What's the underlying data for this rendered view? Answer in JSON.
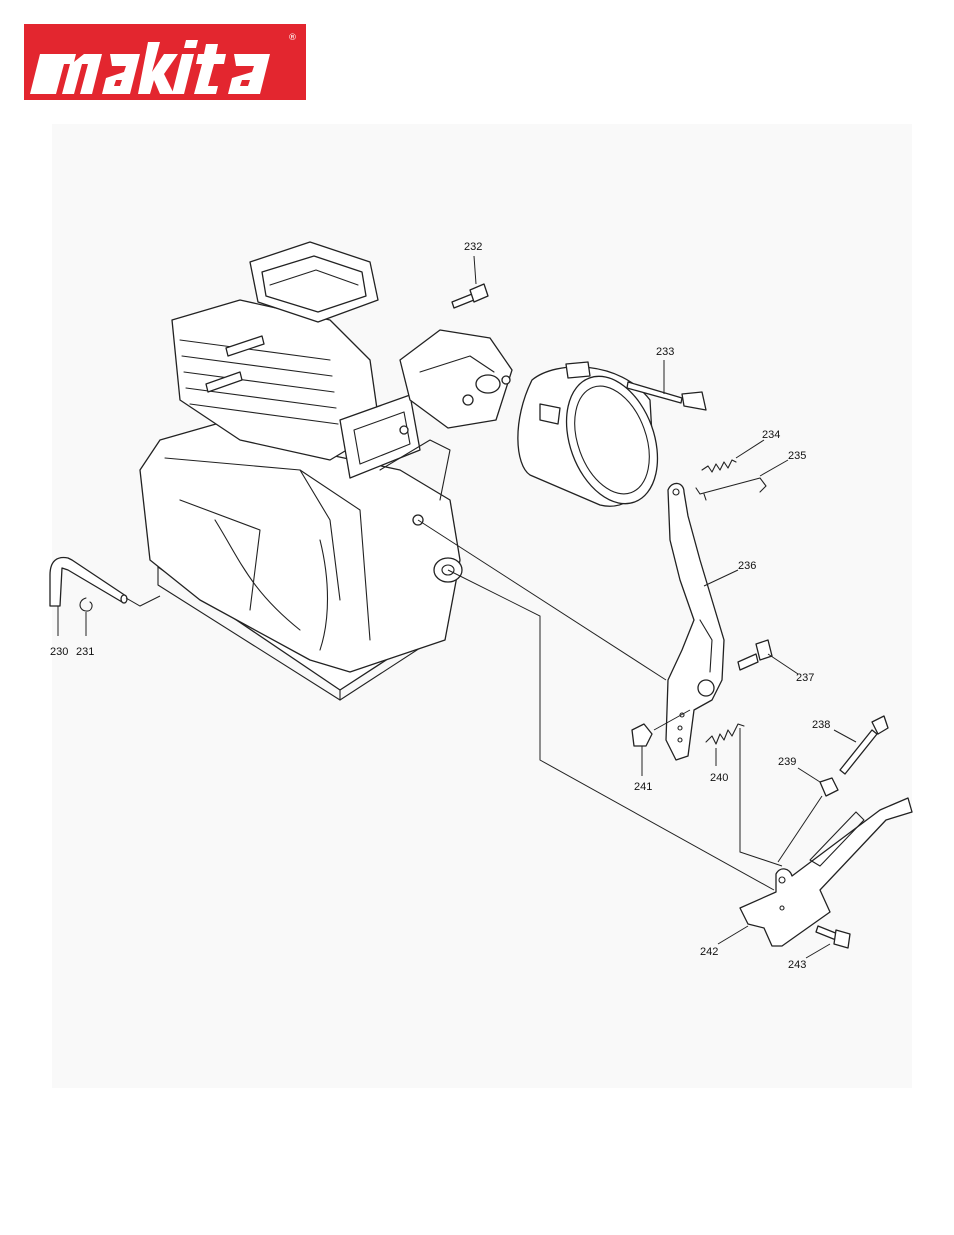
{
  "brand": {
    "name": "makita",
    "color": "#e3262f",
    "registered_mark": "®"
  },
  "diagram": {
    "background": "#f9f9f9",
    "callouts": [
      {
        "id": "230",
        "label": "230"
      },
      {
        "id": "231",
        "label": "231"
      },
      {
        "id": "232",
        "label": "232"
      },
      {
        "id": "233",
        "label": "233"
      },
      {
        "id": "234",
        "label": "234"
      },
      {
        "id": "235",
        "label": "235"
      },
      {
        "id": "236",
        "label": "236"
      },
      {
        "id": "237",
        "label": "237"
      },
      {
        "id": "238",
        "label": "238"
      },
      {
        "id": "239",
        "label": "239"
      },
      {
        "id": "240",
        "label": "240"
      },
      {
        "id": "241",
        "label": "241"
      },
      {
        "id": "242",
        "label": "242"
      },
      {
        "id": "243",
        "label": "243"
      }
    ]
  }
}
